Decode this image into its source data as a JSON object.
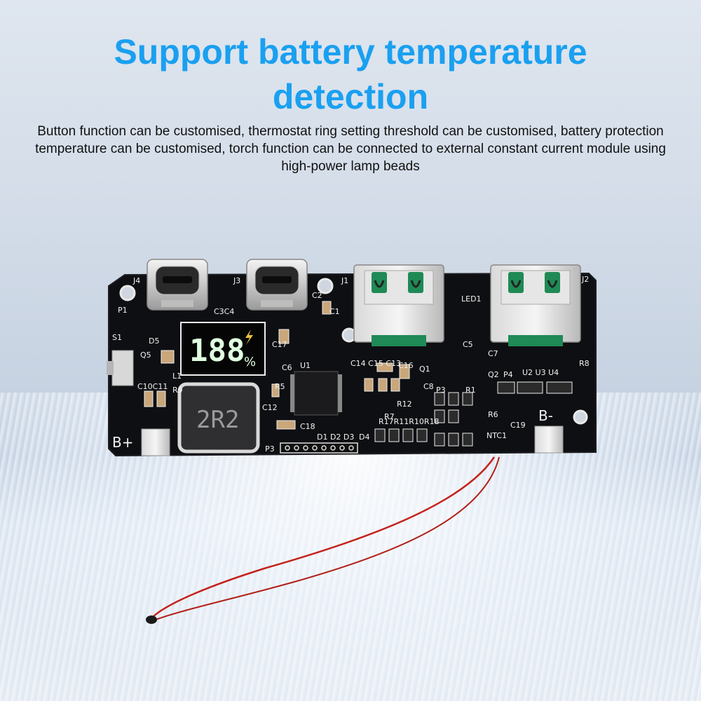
{
  "heading": {
    "title": "Support battery temperature detection",
    "description": "Button function can be customised, thermostat ring setting threshold can be customised, battery protection temperature can be customised, torch function can be connected to external constant current module using high-power lamp beads"
  },
  "board": {
    "display_digits": "188",
    "display_percent": "%",
    "inductor_marking": "2R2",
    "labels": {
      "j4": "J4",
      "j3": "J3",
      "j1": "J1",
      "j2": "J2",
      "led1": "LED1",
      "b_plus": "B+",
      "b_minus": "B-",
      "ntc": "NTC1",
      "s1": "S1",
      "p1": "P1",
      "c3c4": "C3C4",
      "c1": "C1",
      "c2": "C2",
      "d5": "D5",
      "q5": "Q5",
      "c17": "C17",
      "c6": "C6",
      "u1": "U1",
      "c10c11": "C10C11",
      "l1": "L1",
      "r9": "R9",
      "r5": "R5",
      "c12": "C12",
      "c18": "C18",
      "p3_bottom": "P3",
      "d1d2d3": "D1 D2 D3",
      "d4": "D4",
      "c16": "C16",
      "q1": "Q1",
      "c8": "C8",
      "r12": "R12",
      "p3": "P3",
      "r1": "R1",
      "r7": "R7",
      "c5": "C5",
      "c7": "C7",
      "q2": "Q2",
      "p4": "P4",
      "u2u3u4": "U2 U3 U4",
      "r8": "R8",
      "r6": "R6",
      "c19": "C19",
      "c14c15c13": "C14 C15 C13",
      "r17r11r10r18": "R17R11R10R18"
    },
    "colors": {
      "pcb": "#0e0f12",
      "silkscreen": "#f2f2f2",
      "copper": "#c9c9c9",
      "display_digits": "#dfffe0",
      "display_bolt": "#e8c33a",
      "usb_insulator": "#1f8a55",
      "wire": "#c4231c"
    }
  }
}
